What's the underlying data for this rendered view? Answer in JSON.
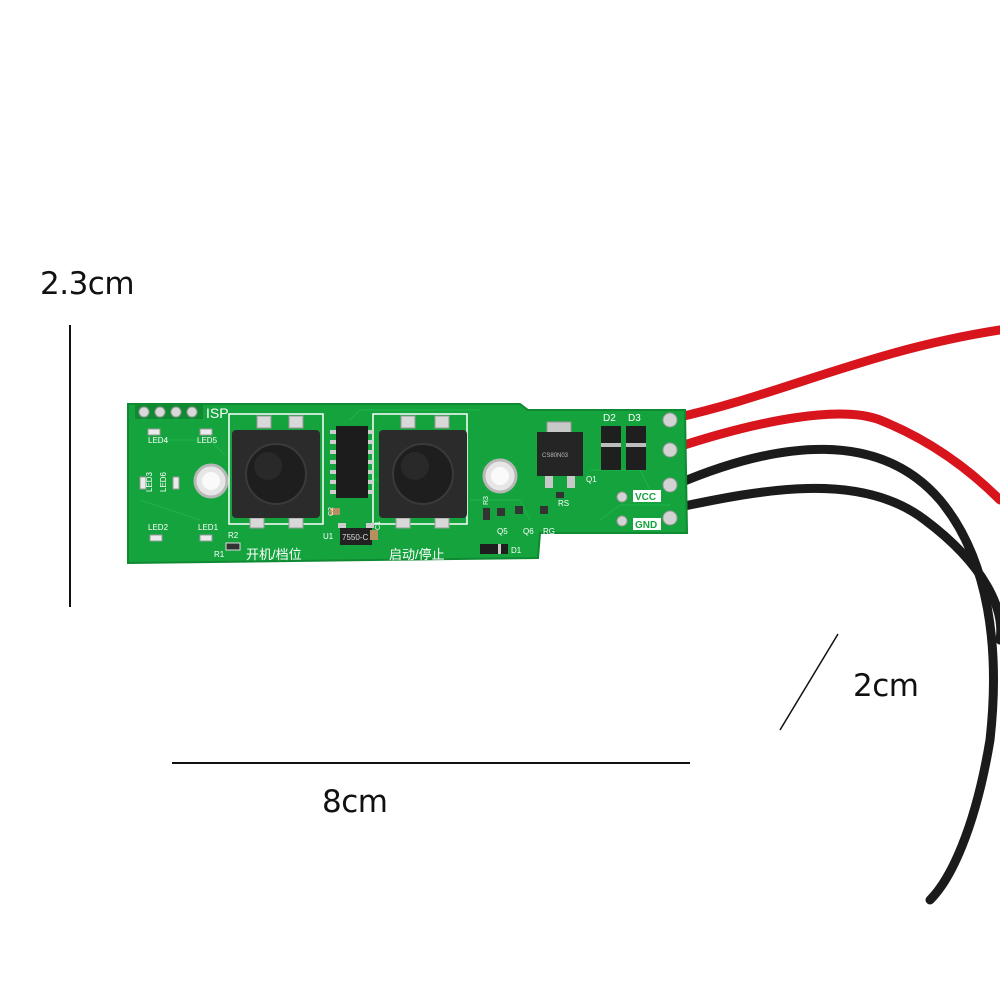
{
  "dimensions": {
    "height_label": "2.3cm",
    "width_label": "8cm",
    "depth_label": "2cm"
  },
  "board": {
    "isp_label": "ISP",
    "led_labels": [
      "LED4",
      "LED5",
      "LED3",
      "LED6",
      "LED2",
      "LED1"
    ],
    "button_left_label": "开机/档位",
    "button_right_label": "启动/停止",
    "resistor_labels": [
      "R2",
      "R1",
      "R3",
      "RS",
      "RG"
    ],
    "chip_label": "U1",
    "regulator_text": "7550-C",
    "mosfet_text": "CS80N03",
    "transistor_labels": [
      "Q1",
      "Q5",
      "Q6"
    ],
    "diode_labels": [
      "D1",
      "D2",
      "D3"
    ],
    "vcc_label": "VCC",
    "gnd_label": "GND",
    "c_labels": [
      "C2",
      "C1"
    ]
  },
  "colors": {
    "pcb": "#15a33e",
    "silkscreen": "#ffffff",
    "wire_red": "#d8141c",
    "wire_black": "#1b1b1b",
    "dimension_line": "#111111"
  }
}
